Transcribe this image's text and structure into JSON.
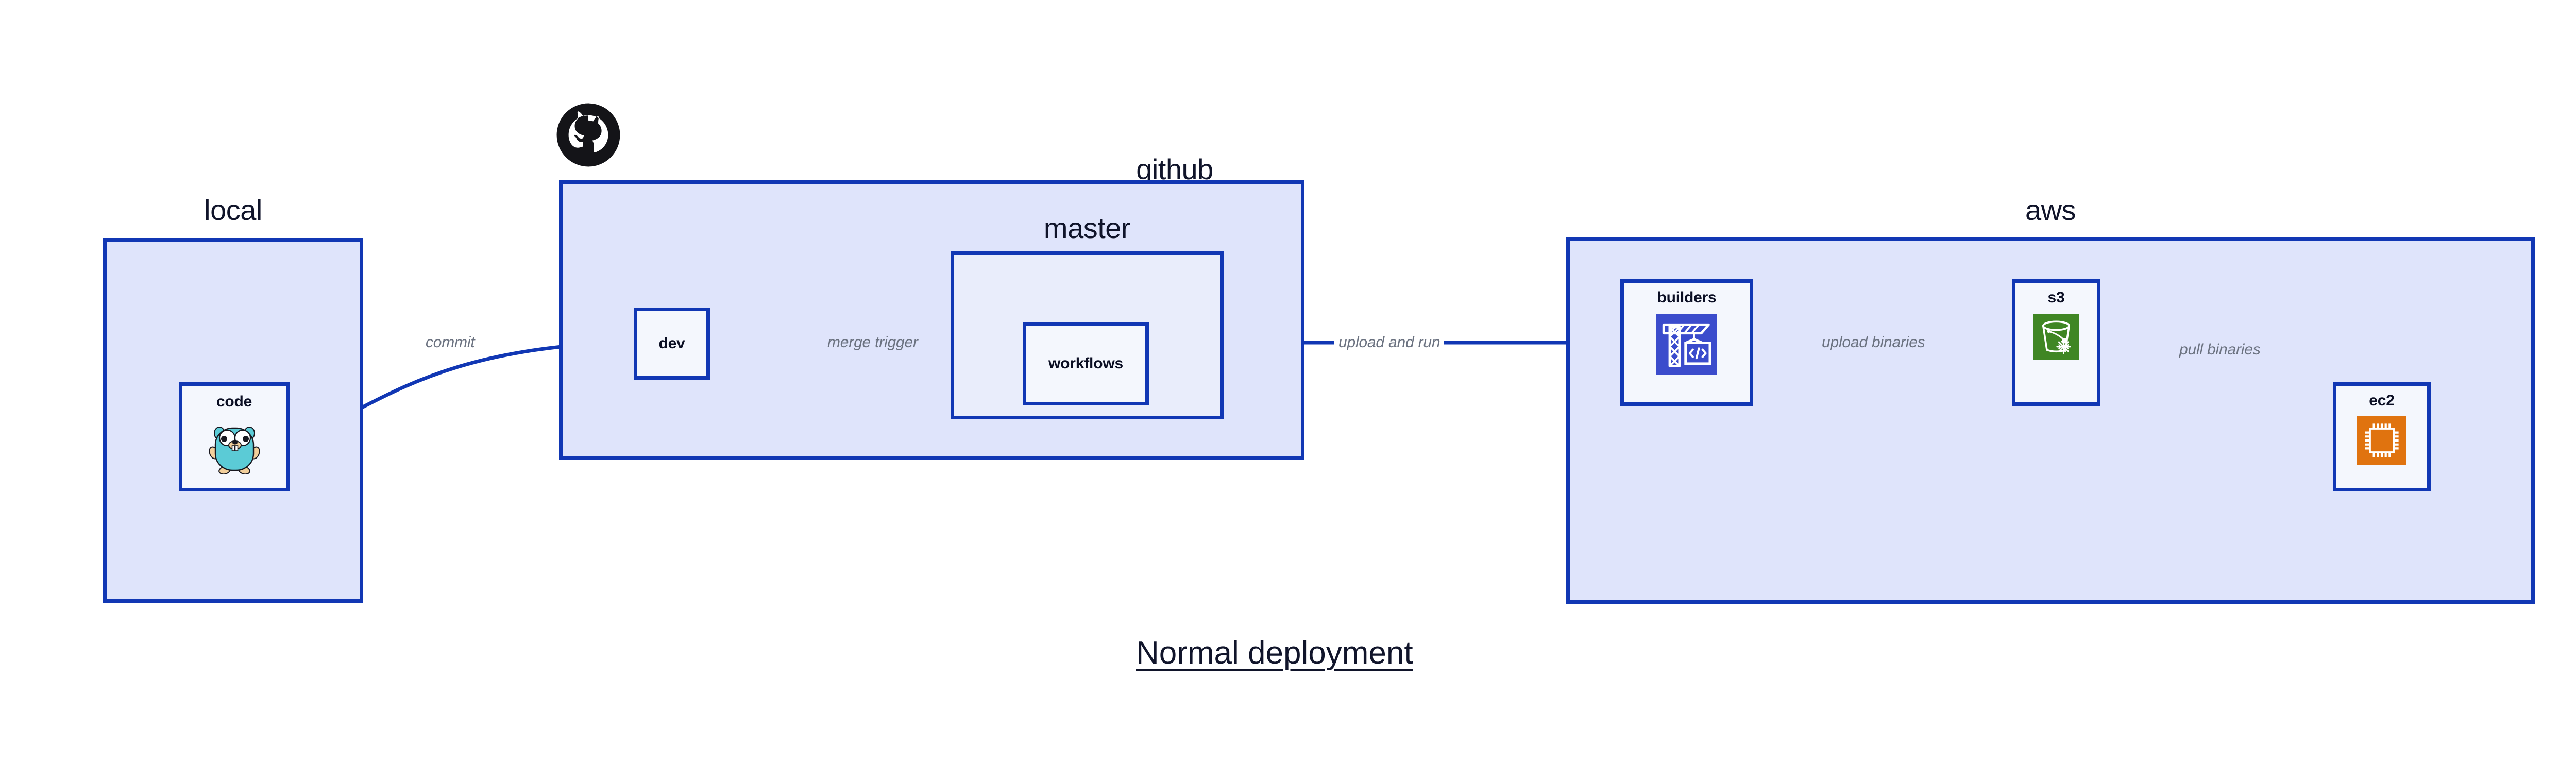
{
  "diagram": {
    "title": "Normal deployment",
    "accent_color": "#1137b4",
    "container_fill": "#dfe4fb",
    "container_fill_light": "#e9edfb",
    "node_fill": "#f4f7fd",
    "label_color": "#6b7280",
    "text_color": "#10142a"
  },
  "groups": [
    {
      "id": "local",
      "label": "local"
    },
    {
      "id": "github",
      "label": "github"
    },
    {
      "id": "master",
      "label": "master"
    },
    {
      "id": "aws",
      "label": "aws"
    }
  ],
  "nodes": [
    {
      "id": "code",
      "label": "code",
      "icon": "go-gopher-icon"
    },
    {
      "id": "dev",
      "label": "dev",
      "icon": null
    },
    {
      "id": "workflows",
      "label": "workflows",
      "icon": null
    },
    {
      "id": "builders",
      "label": "builders",
      "icon": "aws-codebuild-icon",
      "icon_color": "#3b4ccc"
    },
    {
      "id": "s3",
      "label": "s3",
      "icon": "aws-s3-glacier-icon",
      "icon_color": "#3f8624"
    },
    {
      "id": "ec2",
      "label": "ec2",
      "icon": "aws-ec2-icon",
      "icon_color": "#e0730f"
    }
  ],
  "edges": [
    {
      "id": "commit",
      "label": "commit",
      "from": "code",
      "to": "dev"
    },
    {
      "id": "merge-trigger",
      "label": "merge trigger",
      "from": "dev",
      "to": "workflows"
    },
    {
      "id": "upload-and-run",
      "label": "upload and run",
      "from": "workflows",
      "to": "builders"
    },
    {
      "id": "upload-binaries",
      "label": "upload binaries",
      "from": "builders",
      "to": "s3"
    },
    {
      "id": "pull-binaries",
      "label": "pull binaries",
      "from": "s3",
      "to": "ec2"
    }
  ]
}
